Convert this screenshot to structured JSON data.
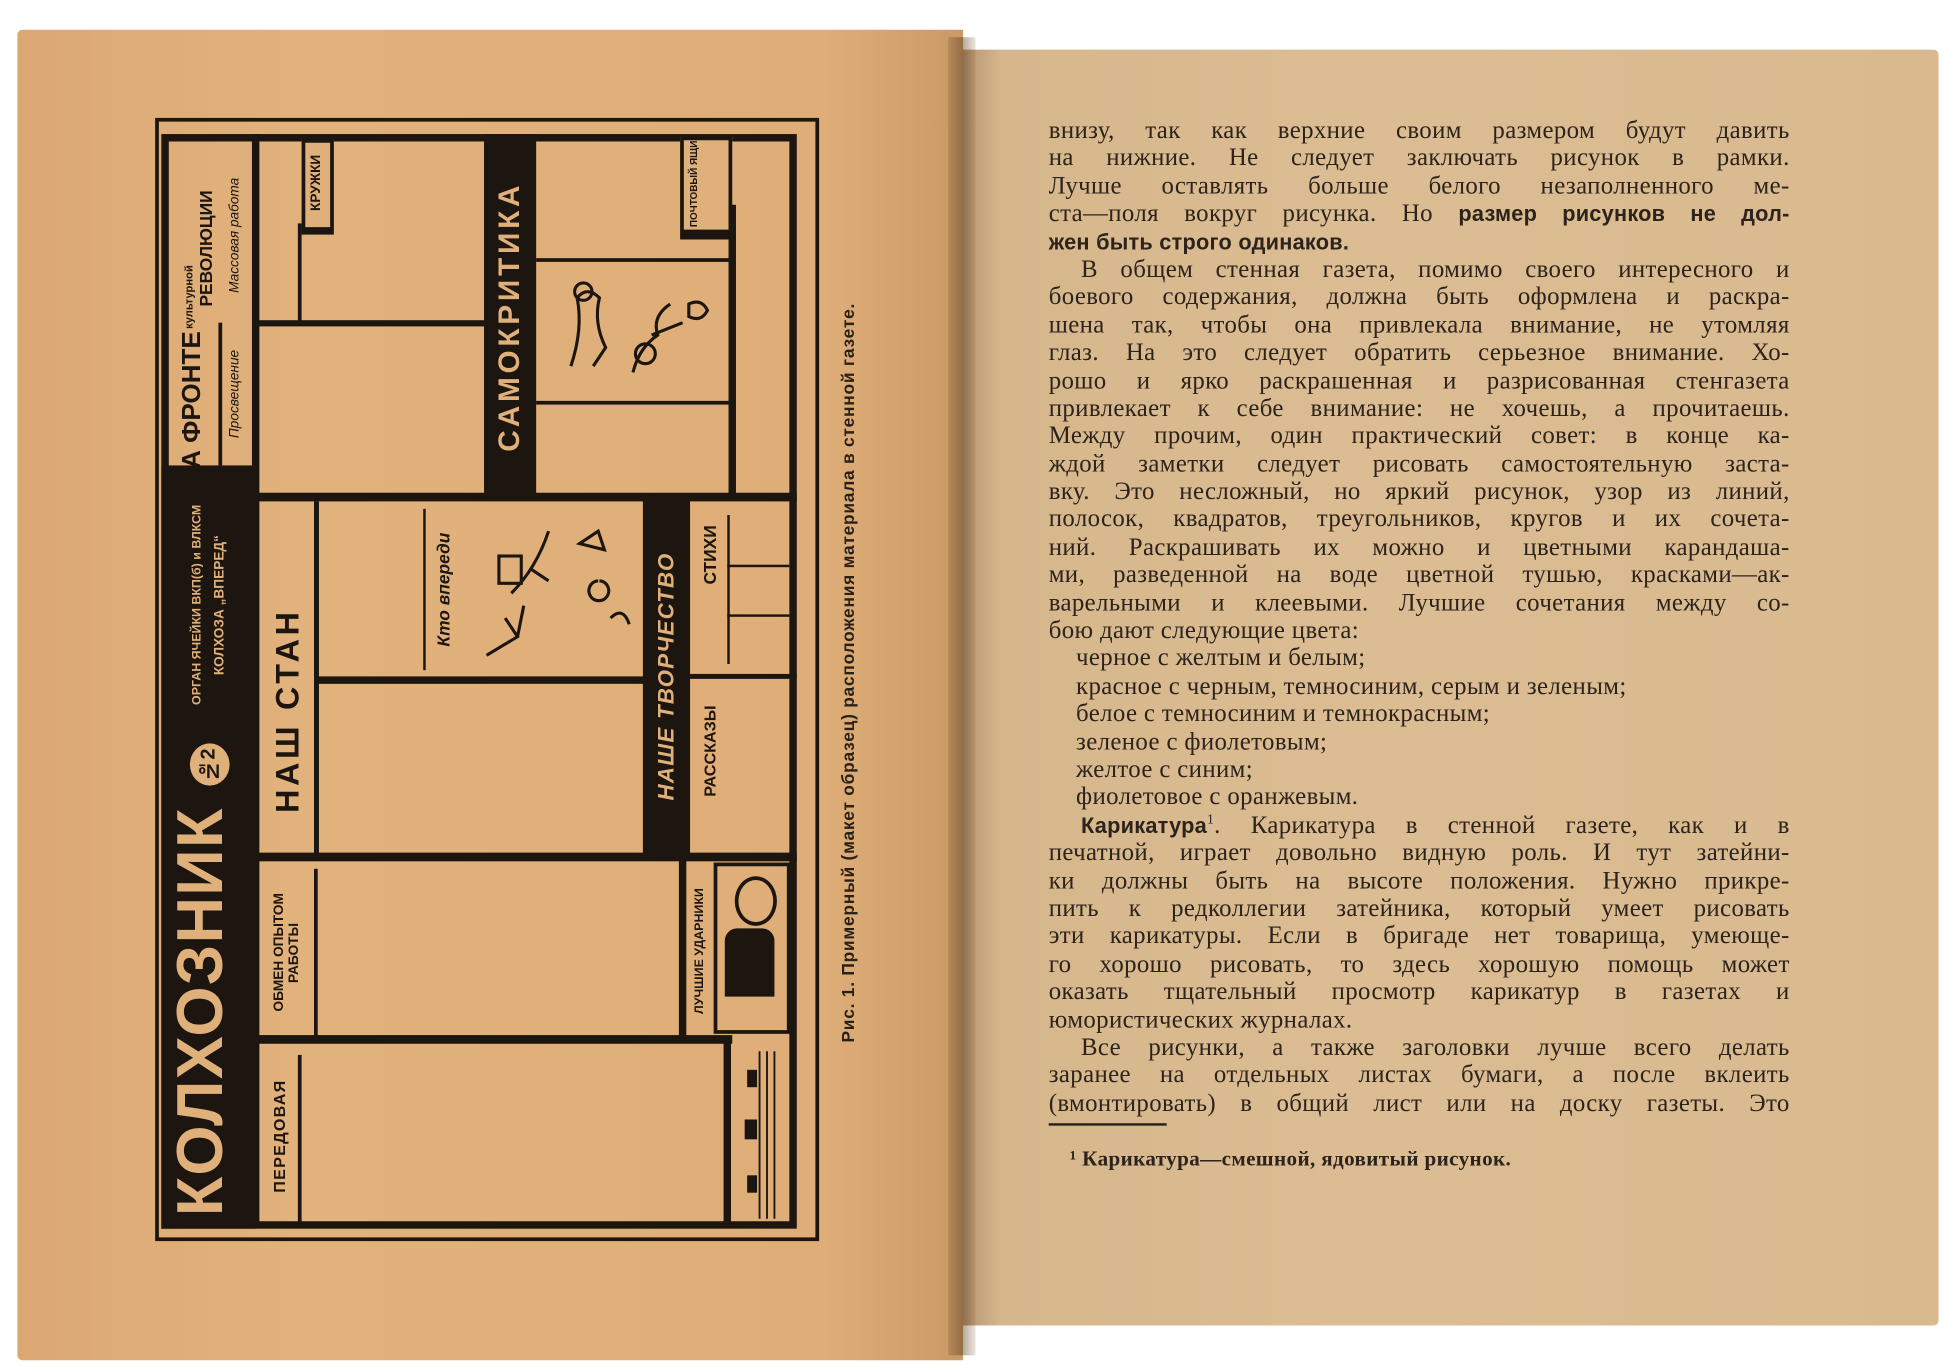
{
  "left_page": {
    "masthead": {
      "title": "КОЛХОЗНИК",
      "issue": "№2",
      "subtitle_line1": "ОРГАН ЯЧЕЙКИ ВКП(б) и ВЛКСМ",
      "subtitle_line2": "КОЛХОЗА „ВПЕРЕД“"
    },
    "sections": {
      "front_title": "НА ФРОНТЕ",
      "front_sub1": "культурной",
      "front_sub2": "РЕВОЛЮЦИИ",
      "enlightenment": "Просвещение",
      "mass_work": "Массовая работа",
      "clubs": "КРУЖКИ",
      "self_criticism": "САМОКРИТИКА",
      "mailbox": "ПОЧТОВЫЙ ЯЩИК",
      "our_camp": "НАШ СТАН",
      "who_ahead": "Кто впереди",
      "our_creativity": "НАШЕ ТВОРЧЕСТВО",
      "poems": "СТИХИ",
      "stories": "РАССКАЗЫ",
      "experience": "ОБМЕН ОПЫТОМ РАБОТЫ",
      "best_workers": "ЛУЧШИЕ УДАРНИКИ",
      "editorial": "ПЕРЕДОВАЯ"
    },
    "caption": "Рис. 1. Примерный (макет образец) расположения материала в стенной газете."
  },
  "right_page": {
    "paragraphs": [
      {
        "type": "cont",
        "lines": [
          [
            [
              "внизу, так как верхние своим размером будут давить",
              ""
            ]
          ],
          [
            [
              "на нижние. Не следует заключать рисунок в рамки.",
              ""
            ]
          ],
          [
            [
              "Лучше оставлять больше белого незаполненного ме-",
              ""
            ]
          ],
          [
            [
              "ста—поля вокруг рисунка. Но ",
              ""
            ],
            [
              "размер рисунков не дол-",
              "b"
            ]
          ],
          [
            [
              "жен быть строго одинаков.",
              "b"
            ]
          ]
        ]
      },
      {
        "type": "para",
        "lines": [
          [
            [
              "В общем стенная газета, помимо своего интересного и",
              ""
            ]
          ],
          [
            [
              "боевого содержания, должна быть оформлена и раскра-",
              ""
            ]
          ],
          [
            [
              "шена так, чтобы она привлекала внимание, не утомляя",
              ""
            ]
          ],
          [
            [
              "глаз. На это следует обратить серьезное внимание. Хо-",
              ""
            ]
          ],
          [
            [
              "рошо и ярко раскрашенная и разрисованная стенгазета",
              ""
            ]
          ],
          [
            [
              "привлекает к себе внимание: не хочешь, а прочитаешь.",
              ""
            ]
          ],
          [
            [
              "Между прочим, один практический совет: в конце ка-",
              ""
            ]
          ],
          [
            [
              "ждой заметки следует рисовать самостоятельную заста-",
              ""
            ]
          ],
          [
            [
              "вку. Это несложный, но яркий рисунок, узор из линий,",
              ""
            ]
          ],
          [
            [
              "полосок, квадратов, треугольников, кругов и их сочета-",
              ""
            ]
          ],
          [
            [
              "ний. Раскрашивать их можно и цветными карандаша-",
              ""
            ]
          ],
          [
            [
              "ми, разведенной на воде цветной тушью, красками—ак-",
              ""
            ]
          ],
          [
            [
              "варельными и клеевыми. Лучшие сочетания между со-",
              ""
            ]
          ],
          [
            [
              "бою дают следующие цвета:",
              ""
            ]
          ]
        ]
      },
      {
        "type": "list",
        "lines": [
          [
            [
              "черное с желтым и белым;",
              ""
            ]
          ],
          [
            [
              "красное с черным, темносиним, серым и зеленым;",
              ""
            ]
          ],
          [
            [
              "белое с темносиним и темнокрасным;",
              ""
            ]
          ],
          [
            [
              "зеленое с фиолетовым;",
              ""
            ]
          ],
          [
            [
              "желтое с синим;",
              ""
            ]
          ],
          [
            [
              "фиолетовое с оранжевым.",
              ""
            ]
          ]
        ]
      },
      {
        "type": "para",
        "lines": [
          [
            [
              "Карикатура",
              "b"
            ],
            [
              "1",
              "sup"
            ],
            [
              ". Карикатура в стенной газете, как и в",
              ""
            ]
          ],
          [
            [
              "печатной, играет довольно видную роль. И тут затейни-",
              ""
            ]
          ],
          [
            [
              "ки должны быть на высоте положения. Нужно прикре-",
              ""
            ]
          ],
          [
            [
              "пить к редколлегии затейника, который умеет рисовать",
              ""
            ]
          ],
          [
            [
              "эти карикатуры. Если в бригаде нет товарища, умеюще-",
              ""
            ]
          ],
          [
            [
              "го хорошо рисовать, то здесь хорошую помощь может",
              ""
            ]
          ],
          [
            [
              "оказать тщательный просмотр карикатур в газетах и",
              ""
            ]
          ],
          [
            [
              "юмористических журналах.",
              ""
            ]
          ]
        ]
      },
      {
        "type": "para-open",
        "lines": [
          [
            [
              "Все рисунки, а также заголовки лучше всего делать",
              ""
            ]
          ],
          [
            [
              "заранее на отдельных листах бумаги, а после вклеить",
              ""
            ]
          ],
          [
            [
              "(вмонтировать) в общий лист или на доску газеты. Это",
              ""
            ]
          ]
        ]
      }
    ],
    "footnote": "¹ Карикатура—смешной, ядовитый рисунок."
  }
}
